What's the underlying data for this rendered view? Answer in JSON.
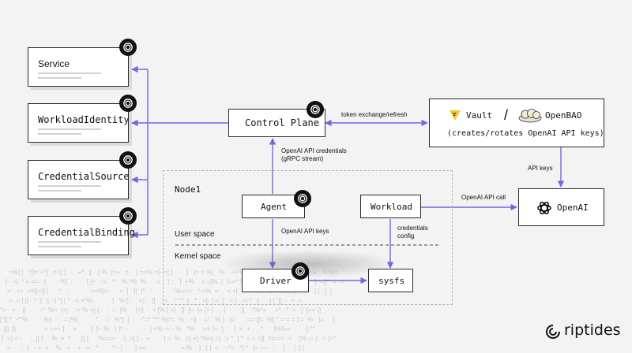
{
  "crd_cards": [
    {
      "label": "Service"
    },
    {
      "label": "WorkloadIdentity"
    },
    {
      "label": "CredentialSource"
    },
    {
      "label": "CredentialBinding"
    }
  ],
  "control_plane": {
    "label": "Control Plane"
  },
  "vault_box": {
    "vault_label": "Vault",
    "separator": "/",
    "openbao_label": "OpenBAO",
    "subtitle": "(creates/rotates OpenAI API keys)"
  },
  "openai": {
    "label": "OpenAI"
  },
  "node": {
    "label": "Node1",
    "user_space_label": "User space",
    "kernel_space_label": "Kernel space"
  },
  "agent": {
    "label": "Agent"
  },
  "workload": {
    "label": "Workload"
  },
  "driver": {
    "label": "Driver"
  },
  "sysfs": {
    "label": "sysfs"
  },
  "edges": {
    "token_exchange": "token exchange/refresh",
    "api_credentials_line1": "OpenAI API credentials",
    "api_credentials_line2": "(gRPC stream)",
    "api_keys_vault": "API keys",
    "openai_api_call": "OpenAI API call",
    "openai_api_keys": "OpenAI API keys",
    "credentials_config_line1": "credentials",
    "credentials_config_line2": "config"
  },
  "brand": {
    "name": "riptides"
  },
  "colors": {
    "accent": "#7b61e3",
    "border": "#2a2a2a",
    "background": "#f3f3f3"
  }
}
